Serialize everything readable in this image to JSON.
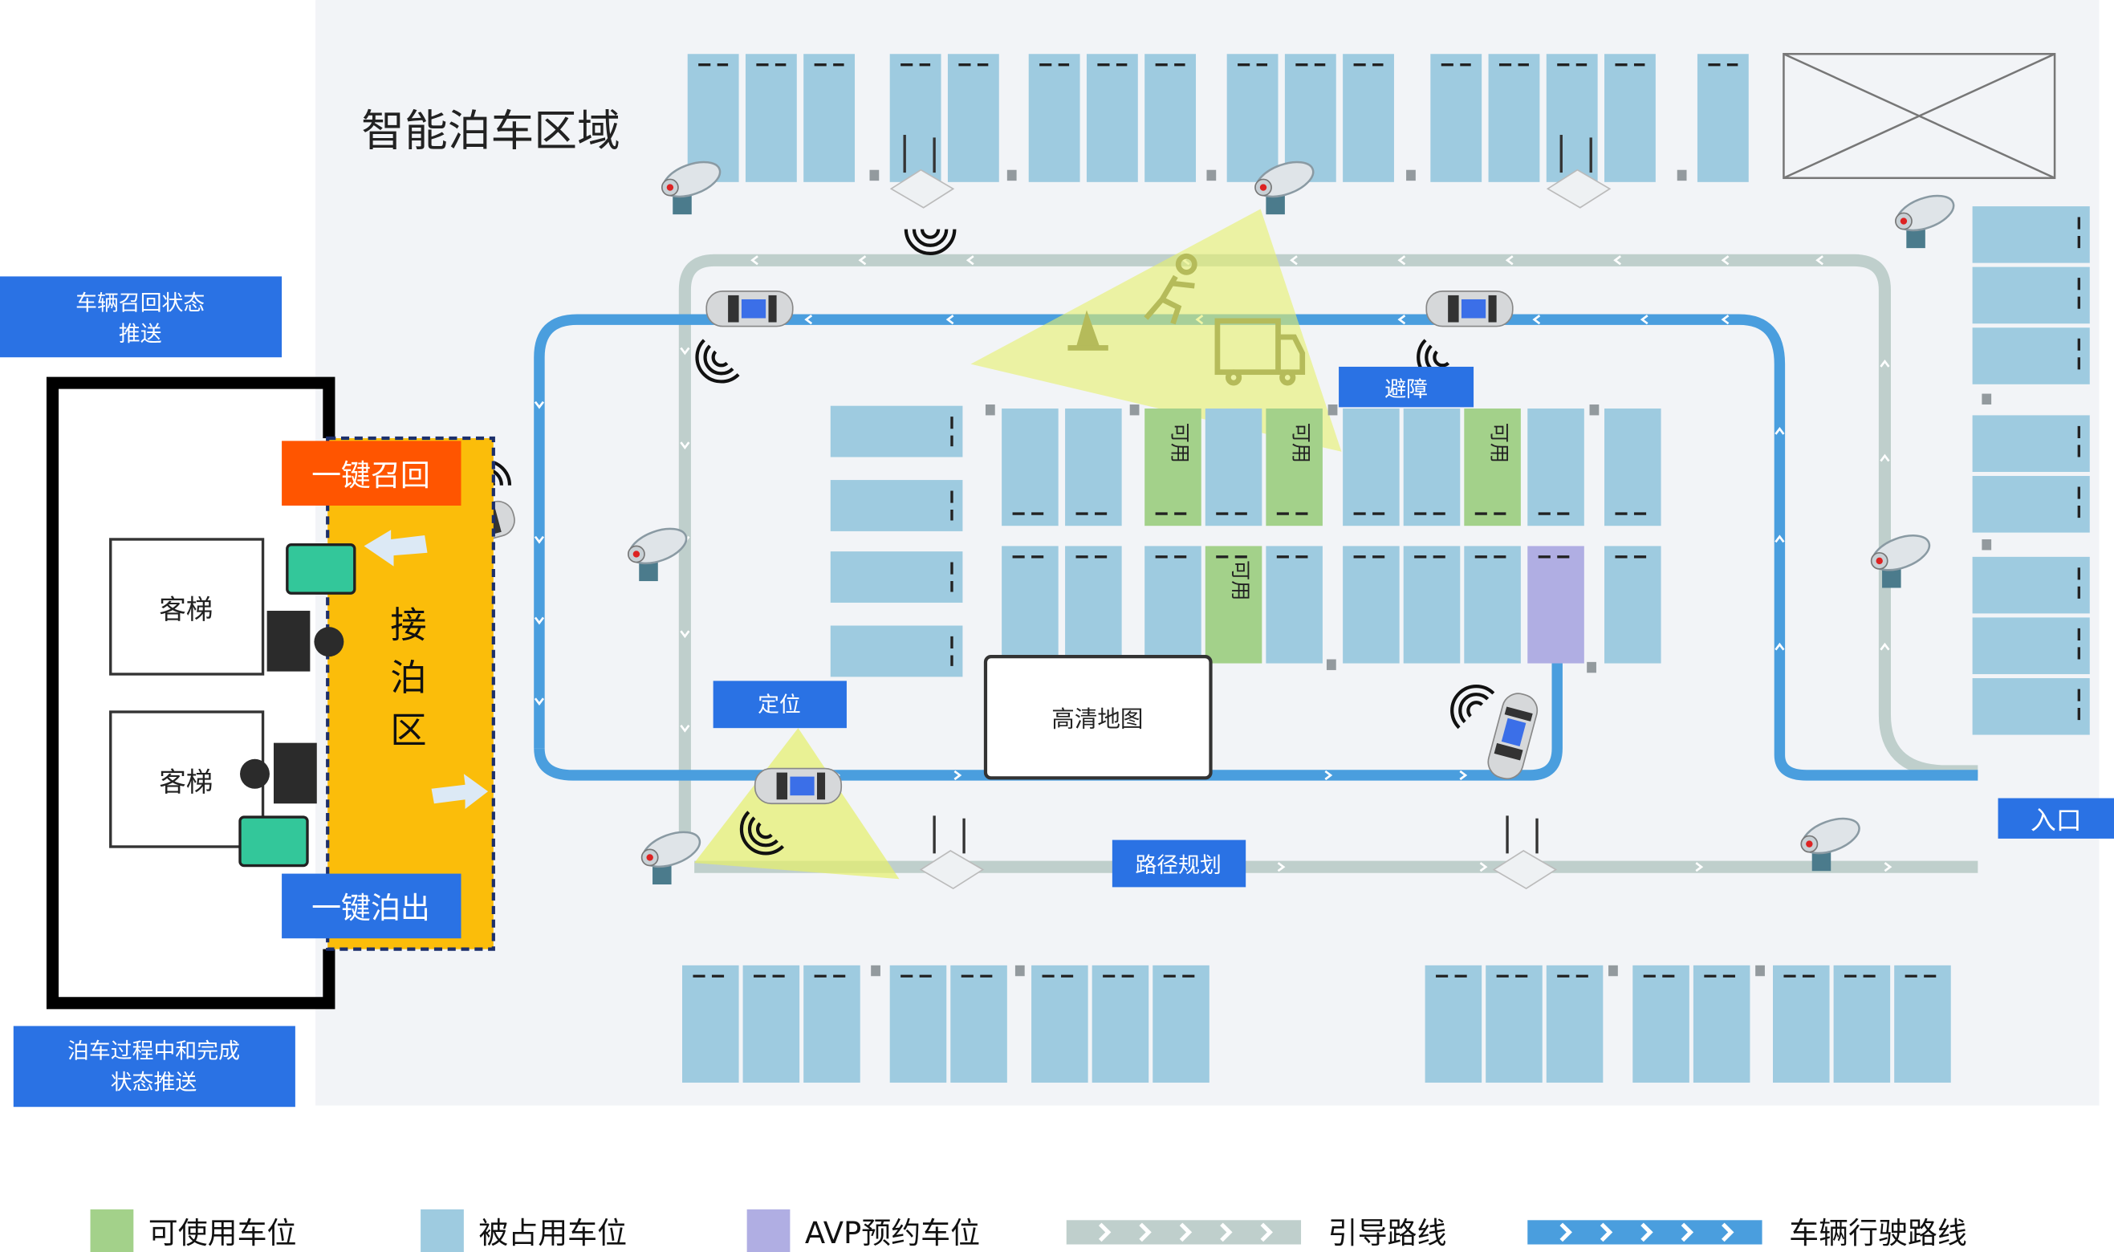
{
  "title": "智能泊车区域",
  "labels": {
    "recall_status": [
      "车辆召回状态",
      "推送"
    ],
    "parking_status": [
      "泊车过程中和完成",
      "状态推送"
    ],
    "one_key_recall": "一键召回",
    "one_key_park": "一键泊出",
    "pickup_zone": [
      "接",
      "泊",
      "区"
    ],
    "elevator_1": "客梯",
    "elevator_2": "客梯",
    "avoid": "避障",
    "locate": "定位",
    "path_plan": "路径规划",
    "hd_map": "高清地图",
    "entrance": "入口",
    "available": "可用"
  },
  "colors": {
    "available": "#a3d18a",
    "occupied": "#9ecbe0",
    "avp": "#b0aee3",
    "guide_route": "#bfcfcc",
    "drive_route": "#4a9ede",
    "label_blue": "#2a72e4",
    "recall_orange": "#ff5500",
    "pickup_yellow": "#fbbd0a"
  },
  "middle_rows": {
    "row1": [
      "occupied",
      "occupied",
      "available",
      "occupied",
      "available",
      "occupied",
      "occupied",
      "available",
      "occupied",
      "occupied"
    ],
    "row2": [
      "occupied",
      "occupied",
      "occupied",
      "available",
      "occupied",
      "occupied",
      "occupied",
      "occupied",
      "avp",
      "occupied"
    ]
  },
  "legend": [
    {
      "label": "可使用车位",
      "type": "available"
    },
    {
      "label": "被占用车位",
      "type": "occupied"
    },
    {
      "label": "AVP预约车位",
      "type": "avp"
    },
    {
      "label": "引导路线",
      "type": "guide"
    },
    {
      "label": "车辆行驶路线",
      "type": "drive"
    }
  ]
}
